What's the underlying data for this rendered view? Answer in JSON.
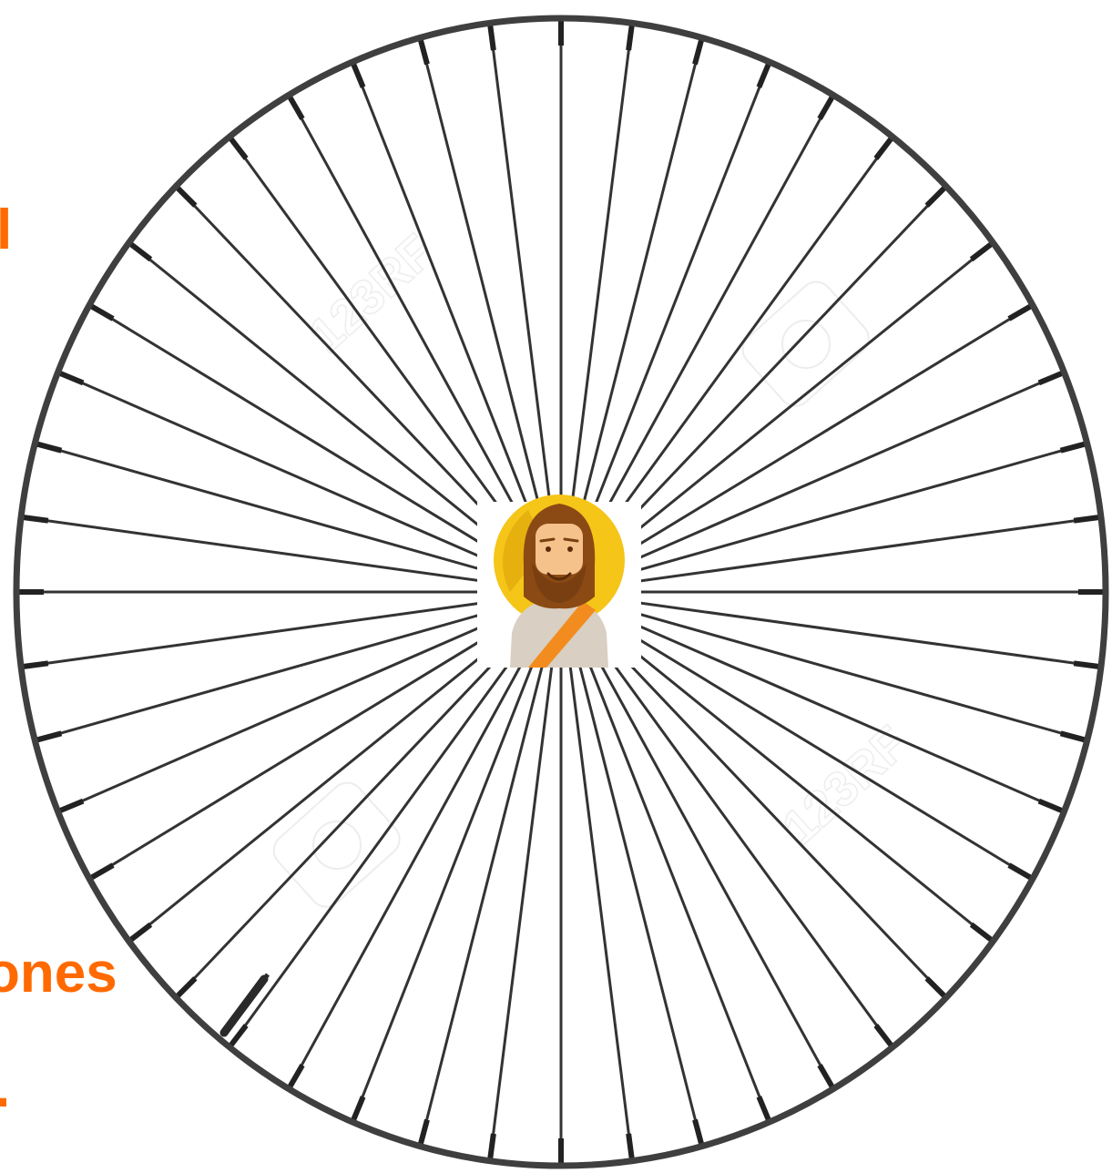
{
  "text_fragments": [
    "l",
    "ones",
    "."
  ],
  "watermark": "123RF",
  "colors": {
    "rim": "#3f3f3f",
    "spoke": "#333333",
    "text": "#ff6a00",
    "halo": "#f5c518",
    "hair": "#8b4a14",
    "skin": "#f6c28b",
    "robe": "#d9cfc2",
    "sash": "#f28c1e"
  },
  "wheel": {
    "spoke_count": 48
  },
  "center_icon": "jesus-avatar-icon"
}
